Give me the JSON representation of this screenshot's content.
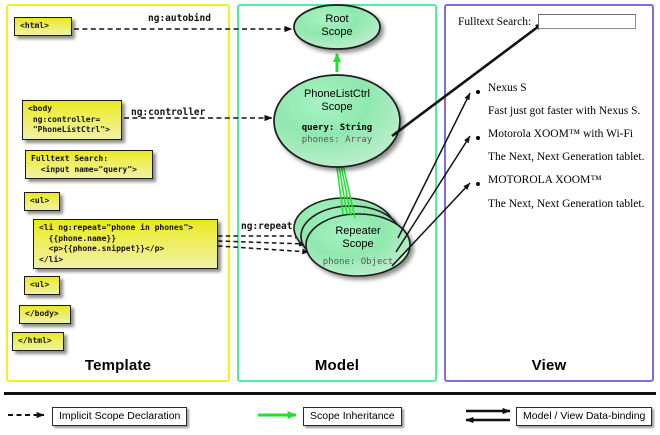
{
  "panels": [
    {
      "id": "template",
      "title": "Template",
      "border_color": "#f2f020"
    },
    {
      "id": "model",
      "title": "Model",
      "border_color": "#4bf0a5"
    },
    {
      "id": "view",
      "title": "View",
      "border_color": "#7a6ee0"
    }
  ],
  "template": {
    "boxes": [
      {
        "name": "html-open-tag",
        "text": "<html>"
      },
      {
        "name": "body-controller",
        "text": "<body\n ng:controller=\n \"PhoneListCtrl\">"
      },
      {
        "name": "fulltext-search",
        "text": "Fulltext Search:\n  <input name=\"query\">"
      },
      {
        "name": "ul-open-tag",
        "text": "<ul>"
      },
      {
        "name": "li-ng-repeat",
        "text": "<li ng:repeat=\"phone in phones\">\n  {{phone.name}}\n  <p>{{phone.snippet}}</p>\n</li>"
      },
      {
        "name": "ul-close-tag",
        "text": "<ul>"
      },
      {
        "name": "body-close-tag",
        "text": "</body>"
      },
      {
        "name": "html-close-tag",
        "text": "</html>"
      }
    ]
  },
  "model": {
    "scopes": [
      {
        "name": "root-scope",
        "title": "Root\nScope",
        "props": []
      },
      {
        "name": "phonelistctrl-scope",
        "title": "PhoneListCtrl\nScope",
        "props": [
          {
            "text": "query: String",
            "emphasis": "high"
          },
          {
            "text": "phones: Array",
            "emphasis": "low"
          }
        ]
      },
      {
        "name": "repeater-scope",
        "title": "Repeater\nScope",
        "props": [
          {
            "text": "phone: Object",
            "emphasis": "low"
          }
        ]
      }
    ]
  },
  "edges": [
    {
      "name": "ng-autobind-label",
      "label": "ng:autobind"
    },
    {
      "name": "ng-controller-label",
      "label": "ng:controller"
    },
    {
      "name": "ng-repeat-label",
      "label": "ng:repeat"
    }
  ],
  "view": {
    "search_label": "Fulltext Search:",
    "search_value": "",
    "search_placeholder": "",
    "items": [
      {
        "name": "Nexus S",
        "desc": "Fast just got faster with Nexus S."
      },
      {
        "name": "Motorola XOOM™  with Wi-Fi",
        "desc": "The Next, Next Generation tablet."
      },
      {
        "name": "MOTOROLA XOOM™",
        "desc": "The Next, Next Generation tablet."
      }
    ]
  },
  "legend": [
    {
      "name": "implicit-scope-declaration",
      "label": "Implicit Scope Declaration",
      "arrow": "dashed-black"
    },
    {
      "name": "scope-inheritance",
      "label": "Scope Inheritance",
      "arrow": "solid-green"
    },
    {
      "name": "model-view-data-binding",
      "label": "Model / View Data-binding",
      "arrow": "double-black"
    }
  ],
  "colors": {
    "template_border": "#f2f020",
    "model_border": "#4bf0a5",
    "view_border": "#7a6ee0",
    "scope_green": "#8ce8ad",
    "inheritance_green": "#22e033",
    "code_yellow": "#e8e81e"
  }
}
